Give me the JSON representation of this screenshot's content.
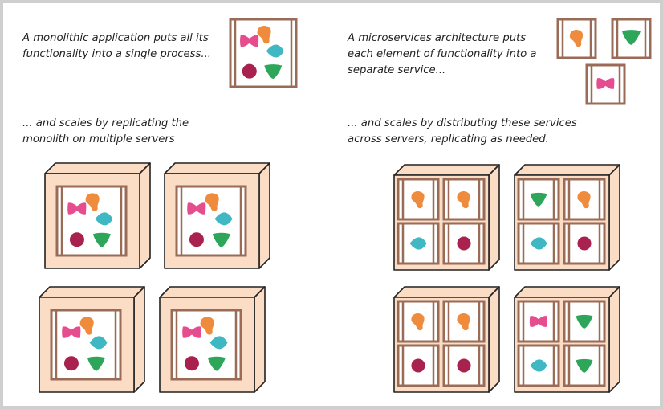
{
  "captions": {
    "monolith_intro": "A monolithic application puts all its\nfunctionality into a single process...",
    "monolith_scale": "... and scales by replicating the\nmonolith on multiple servers",
    "micro_intro": "A microservices architecture puts\neach element of functionality into a\nseparate service...",
    "micro_scale": "... and scales by distributing these services\nacross servers, replicating as needed."
  },
  "colors": {
    "frame": "#9a6b57",
    "box_face": "#fbdcc4",
    "box_stroke": "#222222",
    "service_pink": "#e64d8f",
    "service_orange": "#ef8b3c",
    "service_teal": "#3fb8c4",
    "service_maroon": "#a8214f",
    "service_green": "#2ea65a"
  },
  "icons": {
    "pink": "bowtie-shape",
    "orange": "blob-shape",
    "teal": "diamond-shape",
    "maroon": "circle-shape",
    "green": "triangle-shape"
  },
  "server_layouts": {
    "micro_server_1": [
      "orange",
      "orange",
      "teal",
      "maroon"
    ],
    "micro_server_2": [
      "green",
      "orange",
      "teal",
      "maroon"
    ],
    "micro_server_3": [
      "orange",
      "orange",
      "maroon",
      "maroon"
    ],
    "micro_server_4": [
      "pink",
      "green",
      "teal",
      "green"
    ]
  }
}
